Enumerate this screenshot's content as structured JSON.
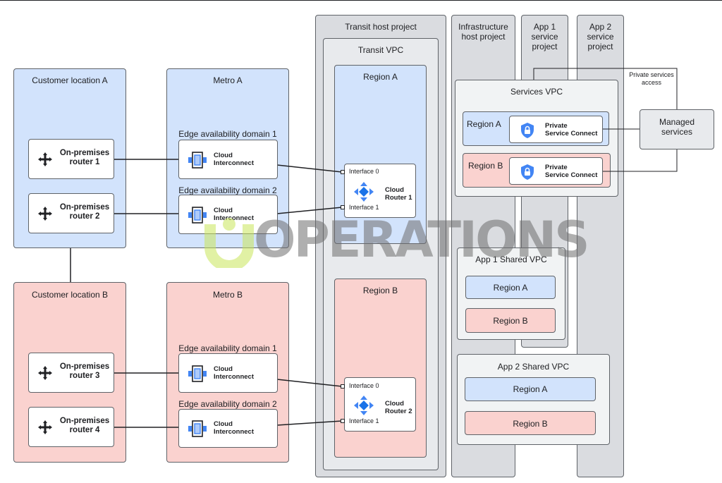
{
  "transit_host_project": "Transit host project",
  "transit_vpc": "Transit VPC",
  "infra_host_project": [
    "Infrastructure",
    "host project"
  ],
  "app1_service_project": [
    "App 1",
    "service",
    "project"
  ],
  "app2_service_project": [
    "App 2",
    "service",
    "project"
  ],
  "private_services_access": [
    "Private services",
    "access"
  ],
  "customer_location_a": "Customer location A",
  "customer_location_b": "Customer location B",
  "metro_a": "Metro A",
  "metro_b": "Metro B",
  "edge_domain_1": "Edge availability domain 1",
  "edge_domain_2": "Edge availability domain 2",
  "region_a": "Region A",
  "region_b": "Region B",
  "routers": [
    [
      "On-premises",
      "router 1"
    ],
    [
      "On-premises",
      "router 2"
    ],
    [
      "On-premises",
      "router 3"
    ],
    [
      "On-premises",
      "router 4"
    ]
  ],
  "cloud_interconnect": [
    "Cloud",
    "Interconnect"
  ],
  "cloud_router_1": [
    "Cloud",
    "Router 1"
  ],
  "cloud_router_2": [
    "Cloud",
    "Router 2"
  ],
  "interface_0": "Interface 0",
  "interface_1": "Interface 1",
  "services_vpc": "Services VPC",
  "private_service_connect": [
    "Private",
    "Service Connect"
  ],
  "managed_services": [
    "Managed",
    "services"
  ],
  "app1_shared_vpc": "App 1 Shared VPC",
  "app2_shared_vpc": "App 2 Shared VPC",
  "watermark": "OPERATIONS",
  "colors": {
    "region_blue": "#d2e3fc",
    "region_pink": "#fad2cf",
    "icon_blue": "#4285f4"
  }
}
